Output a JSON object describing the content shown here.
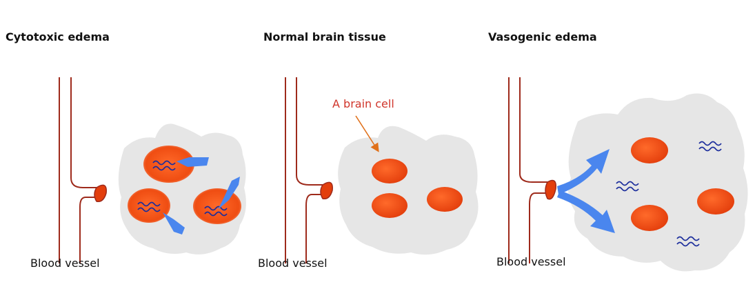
{
  "panels": [
    {
      "title": "Cytotoxic edema",
      "caption": "Blood vessel"
    },
    {
      "title": "Normal brain tissue",
      "caption": "Blood vessel",
      "callout": "A brain cell"
    },
    {
      "title": "Vasogenic edema",
      "caption": "Blood vessel"
    }
  ],
  "colors": {
    "vessel": "#9e2a1b",
    "tissue": "#e6e6e6",
    "cell": "#ec4a17",
    "water_arrow": "#4a86ee",
    "solute_squiggle": "#1b2d9c",
    "callout": "#d0342a",
    "callout_arrow": "#e0701a"
  },
  "icons": [
    "blood-vessel",
    "tissue-blob",
    "brain-cell",
    "water-arrow",
    "solute-squiggle"
  ]
}
